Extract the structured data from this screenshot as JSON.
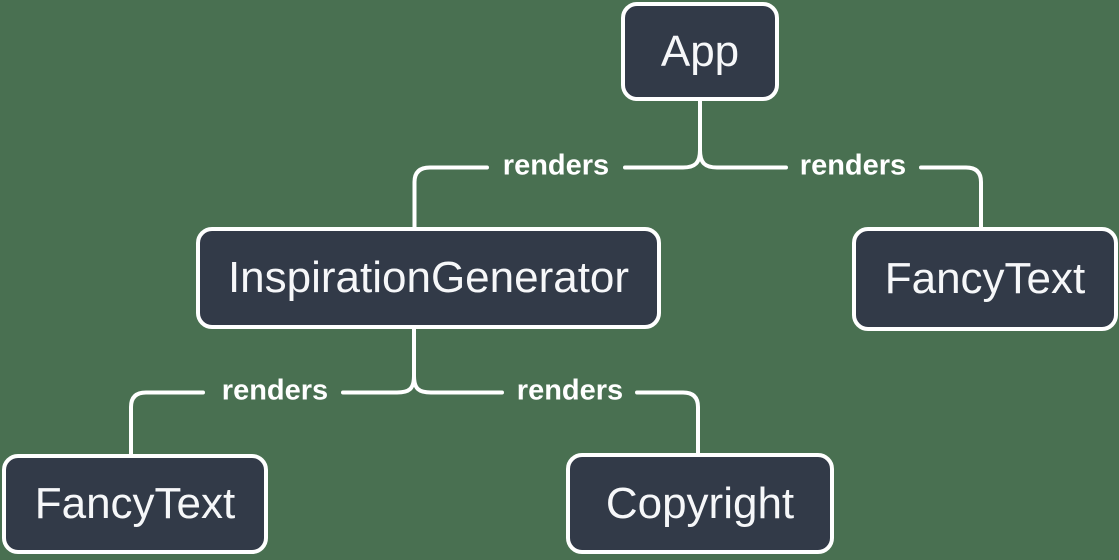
{
  "colors": {
    "background": "#497051",
    "node_fill": "#323A48",
    "node_border": "#FFFFFF",
    "node_text": "#F6F7F9",
    "edge": "#FFFFFF",
    "edge_label_text": "#FFFFFF"
  },
  "diagram": {
    "type": "tree",
    "nodes": [
      {
        "id": "app",
        "label": "App"
      },
      {
        "id": "inspiration-generator",
        "label": "InspirationGenerator"
      },
      {
        "id": "fancy-text-right",
        "label": "FancyText"
      },
      {
        "id": "fancy-text-left",
        "label": "FancyText"
      },
      {
        "id": "copyright",
        "label": "Copyright"
      }
    ],
    "edges": [
      {
        "from": "app",
        "to": "inspiration-generator",
        "label": "renders"
      },
      {
        "from": "app",
        "to": "fancy-text-right",
        "label": "renders"
      },
      {
        "from": "inspiration-generator",
        "to": "fancy-text-left",
        "label": "renders"
      },
      {
        "from": "inspiration-generator",
        "to": "copyright",
        "label": "renders"
      }
    ]
  }
}
